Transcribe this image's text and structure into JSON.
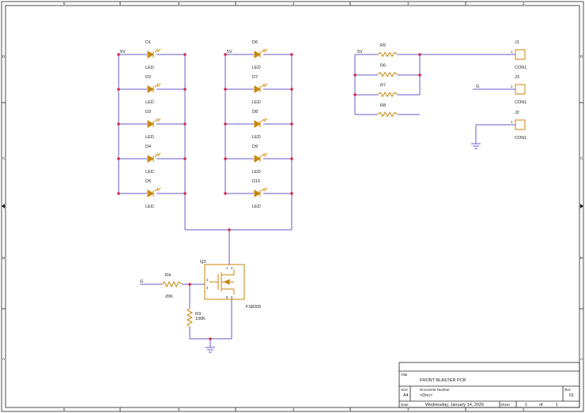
{
  "frame": {
    "cols": [
      "6",
      "5",
      "4",
      "3",
      "2",
      "1"
    ],
    "rows": [
      "D",
      "C",
      "B",
      "A"
    ]
  },
  "leds_left": [
    {
      "ref": "D1",
      "value": "LED"
    },
    {
      "ref": "D2",
      "value": "LED"
    },
    {
      "ref": "D3",
      "value": "LED"
    },
    {
      "ref": "D4",
      "value": "LED"
    },
    {
      "ref": "D5",
      "value": "LED"
    }
  ],
  "leds_right": [
    {
      "ref": "D6",
      "value": "LED"
    },
    {
      "ref": "D7",
      "value": "LED"
    },
    {
      "ref": "D8",
      "value": "LED"
    },
    {
      "ref": "D9",
      "value": "LED"
    },
    {
      "ref": "D10",
      "value": "LED"
    }
  ],
  "nets": {
    "v5": "5V",
    "gnd": "G"
  },
  "resistors_top": [
    "R5",
    "R6",
    "R7",
    "R8"
  ],
  "connectors": [
    {
      "ref": "J1",
      "value": "CON1",
      "pin": "1"
    },
    {
      "ref": "J3",
      "value": "CON1",
      "pin": "1"
    },
    {
      "ref": "J2",
      "value": "CON1",
      "pin": "1"
    }
  ],
  "mosfet": {
    "ref": "Q3",
    "part": "FS8205",
    "pins": [
      "1",
      "2",
      "3",
      "4",
      "5",
      "6"
    ]
  },
  "r4": {
    "ref": "R4",
    "value": "20K"
  },
  "r3": {
    "ref": "R3",
    "value": "100K"
  },
  "title_block": {
    "title_label": "Title",
    "title": "FRONT BLASTER PCB",
    "size_label": "Size",
    "size": "A4",
    "docnum_label": "Document Number",
    "docnum": "<Doc>",
    "rev_label": "Rev",
    "rev": "01",
    "date_label": "Date:",
    "date": "Wednesday, January 14, 2026",
    "sheet_label": "Sheet",
    "sheet_num": "1",
    "of_label": "of",
    "sheet_total": "1"
  },
  "colors": {
    "wire": "#6a5acd",
    "component": "#c8860a",
    "junction": "#d22b4a"
  }
}
